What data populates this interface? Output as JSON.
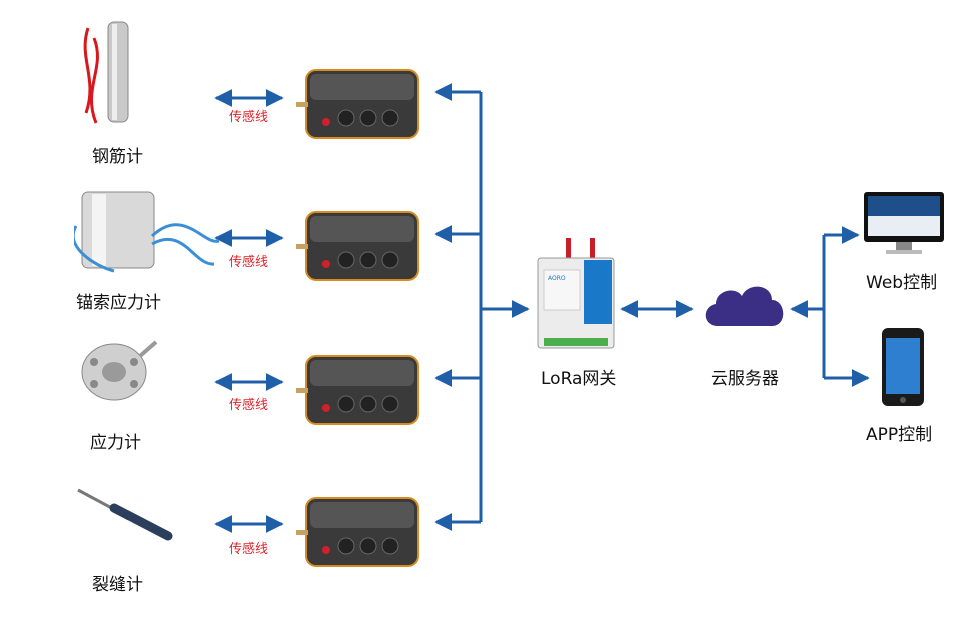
{
  "sensors": [
    {
      "name": "钢筋计",
      "wire_label": "传感线"
    },
    {
      "name": "锚索应力计",
      "wire_label": "传感线"
    },
    {
      "name": "应力计",
      "wire_label": "传感线"
    },
    {
      "name": "裂缝计",
      "wire_label": "传感线"
    }
  ],
  "gateway": {
    "label": "LoRa网关",
    "brand": "AORO"
  },
  "cloud": {
    "label": "云服务器"
  },
  "clients": [
    {
      "label": "Web控制"
    },
    {
      "label": "APP控制"
    }
  ],
  "colors": {
    "arrow": "#1f5fa8",
    "wire_label": "#e0242a",
    "cloud": "#3a2f85"
  }
}
